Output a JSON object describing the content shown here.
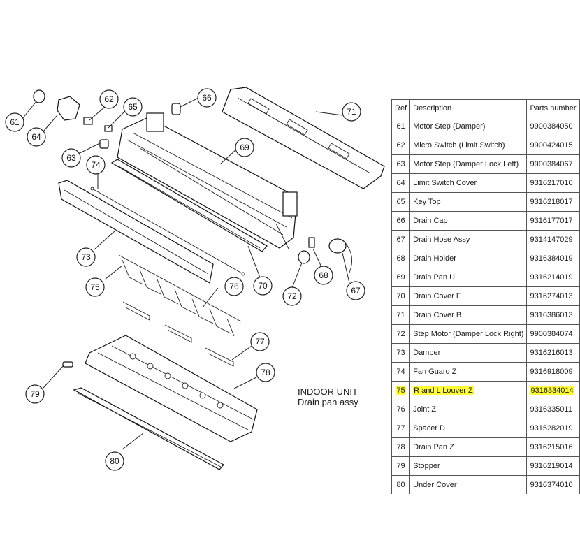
{
  "caption": {
    "line1": "INDOOR UNIT",
    "line2": "Drain pan assy"
  },
  "table": {
    "headers": [
      "Ref",
      "Description",
      "Parts number"
    ],
    "highlight_color": "#ffff33",
    "rows": [
      {
        "ref": "61",
        "desc": "Motor Step (Damper)",
        "num": "9900384050",
        "highlight": false
      },
      {
        "ref": "62",
        "desc": "Micro Switch (Limit Switch)",
        "num": "9900424015",
        "highlight": false
      },
      {
        "ref": "63",
        "desc": "Motor Step (Damper Lock Left)",
        "num": "9900384067",
        "highlight": false
      },
      {
        "ref": "64",
        "desc": "Limit Switch Cover",
        "num": "9316217010",
        "highlight": false
      },
      {
        "ref": "65",
        "desc": "Key Top",
        "num": "9316218017",
        "highlight": false
      },
      {
        "ref": "66",
        "desc": "Drain Cap",
        "num": "9316177017",
        "highlight": false
      },
      {
        "ref": "67",
        "desc": "Drain Hose Assy",
        "num": "9314147029",
        "highlight": false
      },
      {
        "ref": "68",
        "desc": "Drain Holder",
        "num": "9316384019",
        "highlight": false
      },
      {
        "ref": "69",
        "desc": "Drain Pan U",
        "num": "9316214019",
        "highlight": false
      },
      {
        "ref": "70",
        "desc": "Drain Cover F",
        "num": "9316274013",
        "highlight": false
      },
      {
        "ref": "71",
        "desc": "Drain Cover B",
        "num": "9316386013",
        "highlight": false
      },
      {
        "ref": "72",
        "desc": "Step Motor (Damper Lock Right)",
        "num": "9900384074",
        "highlight": false
      },
      {
        "ref": "73",
        "desc": "Damper",
        "num": "9316216013",
        "highlight": false
      },
      {
        "ref": "74",
        "desc": "Fan Guard Z",
        "num": "9316918009",
        "highlight": false
      },
      {
        "ref": "75",
        "desc": "R and L Louver Z",
        "num": "9316334014",
        "highlight": true
      },
      {
        "ref": "76",
        "desc": "Joint Z",
        "num": "9316335011",
        "highlight": false
      },
      {
        "ref": "77",
        "desc": "Spacer D",
        "num": "9315282019",
        "highlight": false
      },
      {
        "ref": "78",
        "desc": "Drain Pan Z",
        "num": "9316215016",
        "highlight": false
      },
      {
        "ref": "79",
        "desc": "Stopper",
        "num": "9316219014",
        "highlight": false
      },
      {
        "ref": "80",
        "desc": "Under Cover",
        "num": "9316374010",
        "highlight": false
      }
    ]
  },
  "callouts": [
    "61",
    "62",
    "63",
    "64",
    "65",
    "66",
    "67",
    "68",
    "69",
    "70",
    "71",
    "72",
    "73",
    "74",
    "75",
    "76",
    "77",
    "78",
    "79",
    "80"
  ]
}
